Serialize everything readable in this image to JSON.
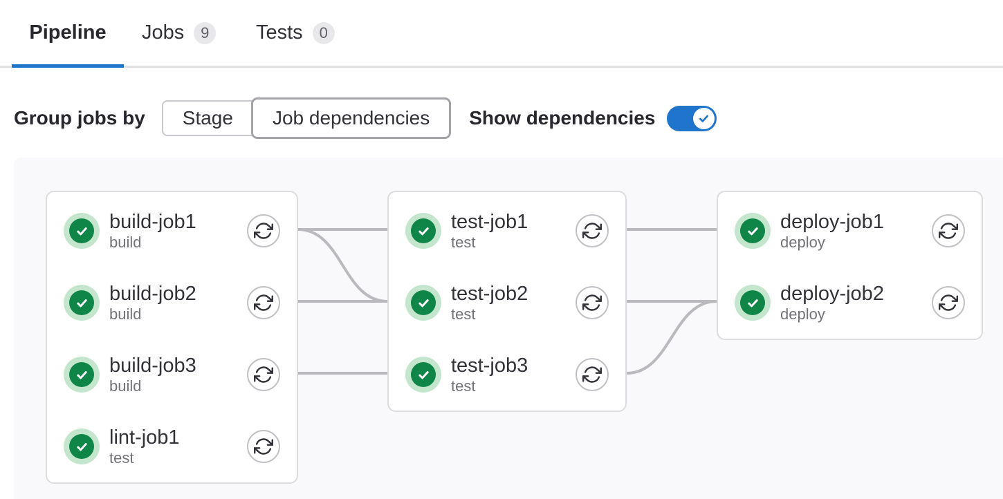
{
  "tabs": [
    {
      "label": "Pipeline",
      "active": true
    },
    {
      "label": "Jobs",
      "badge": "9",
      "active": false
    },
    {
      "label": "Tests",
      "badge": "0",
      "active": false
    }
  ],
  "controls": {
    "group_jobs_by_label": "Group jobs by",
    "group_options": [
      {
        "label": "Stage",
        "selected": false
      },
      {
        "label": "Job dependencies",
        "selected": true
      }
    ],
    "show_dependencies_label": "Show dependencies",
    "show_dependencies_on": true
  },
  "pipeline": {
    "columns": [
      {
        "jobs": [
          {
            "name": "build-job1",
            "stage": "build",
            "status": "success"
          },
          {
            "name": "build-job2",
            "stage": "build",
            "status": "success"
          },
          {
            "name": "build-job3",
            "stage": "build",
            "status": "success"
          },
          {
            "name": "lint-job1",
            "stage": "test",
            "status": "success"
          }
        ]
      },
      {
        "jobs": [
          {
            "name": "test-job1",
            "stage": "test",
            "status": "success"
          },
          {
            "name": "test-job2",
            "stage": "test",
            "status": "success"
          },
          {
            "name": "test-job3",
            "stage": "test",
            "status": "success"
          }
        ]
      },
      {
        "jobs": [
          {
            "name": "deploy-job1",
            "stage": "deploy",
            "status": "success"
          },
          {
            "name": "deploy-job2",
            "stage": "deploy",
            "status": "success"
          }
        ]
      }
    ],
    "links": [
      {
        "from": "build-job1",
        "to": "test-job1"
      },
      {
        "from": "build-job1",
        "to": "test-job2"
      },
      {
        "from": "build-job2",
        "to": "test-job2"
      },
      {
        "from": "build-job3",
        "to": "test-job3"
      },
      {
        "from": "test-job1",
        "to": "deploy-job1"
      },
      {
        "from": "test-job2",
        "to": "deploy-job2"
      },
      {
        "from": "test-job3",
        "to": "deploy-job2"
      }
    ]
  },
  "icons": {
    "status_success": "status-success-check-icon",
    "retry": "retry-icon",
    "toggle_knob": "check-icon"
  },
  "colors": {
    "accent_blue": "#1f75cb",
    "success_green": "#108548",
    "success_ring": "#c3e6cd",
    "dependency_line": "#b9b9be",
    "card_border": "#dcdcde",
    "panel_bg": "#f9f9fb",
    "badge_bg": "#e8e8eb",
    "text_primary": "#333238",
    "text_secondary": "#737278"
  }
}
